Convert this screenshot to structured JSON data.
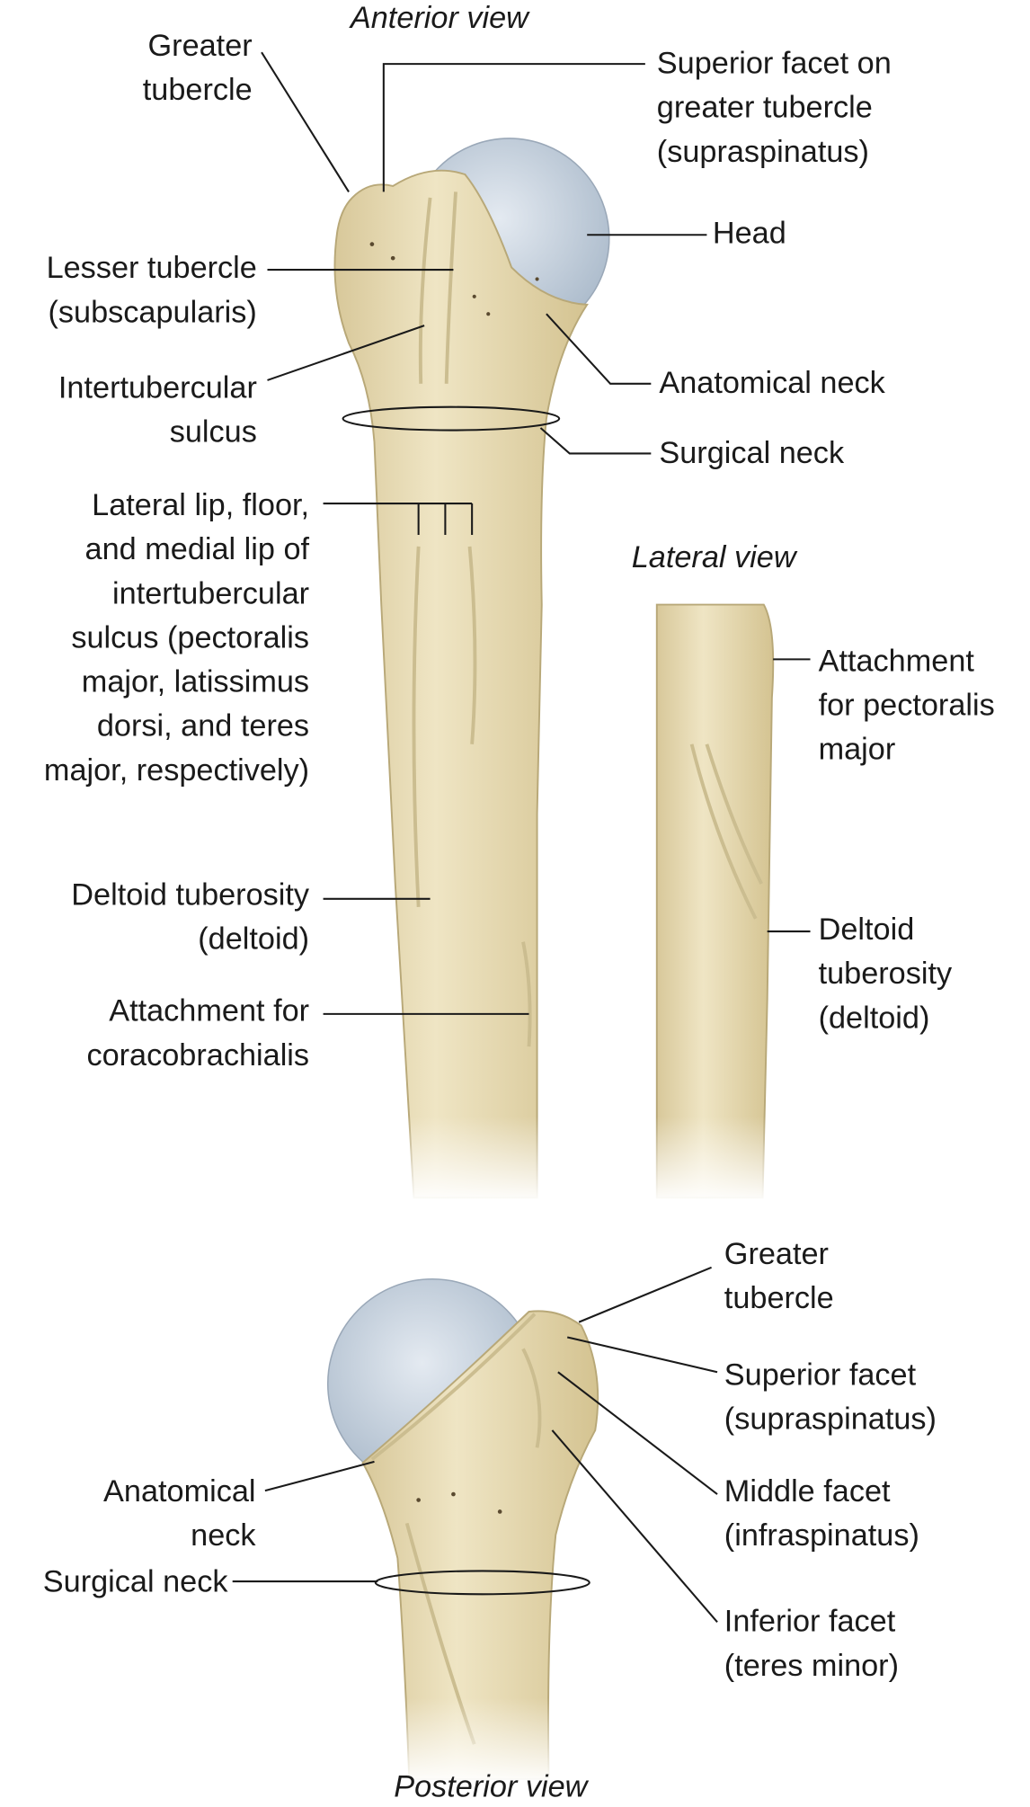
{
  "titles": {
    "anterior": "Anterior view",
    "lateral": "Lateral view",
    "posterior": "Posterior view"
  },
  "anterior": {
    "greater_tubercle": [
      "Greater",
      "tubercle"
    ],
    "superior_facet": [
      "Superior facet on",
      "greater tubercle",
      "(supraspinatus)"
    ],
    "head": [
      "Head"
    ],
    "lesser_tubercle": [
      "Lesser tubercle",
      "(subscapularis)"
    ],
    "intertubercular_sulcus": [
      "Intertubercular",
      "sulcus"
    ],
    "anatomical_neck": [
      "Anatomical neck"
    ],
    "surgical_neck": [
      "Surgical neck"
    ],
    "lips": [
      "Lateral lip, floor,",
      "and medial lip of",
      "intertubercular",
      "sulcus (pectoralis",
      "major, latissimus",
      "dorsi, and teres",
      "major, respectively)"
    ],
    "deltoid_tuberosity": [
      "Deltoid tuberosity",
      "(deltoid)"
    ],
    "coracobrachialis": [
      "Attachment for",
      "coracobrachialis"
    ]
  },
  "lateral": {
    "pectoralis": [
      "Attachment",
      "for pectoralis",
      "major"
    ],
    "deltoid_tuberosity": [
      "Deltoid",
      "tuberosity",
      "(deltoid)"
    ]
  },
  "posterior": {
    "greater_tubercle": [
      "Greater",
      "tubercle"
    ],
    "superior_facet": [
      "Superior facet",
      "(supraspinatus)"
    ],
    "middle_facet": [
      "Middle facet",
      "(infraspinatus)"
    ],
    "inferior_facet": [
      "Inferior facet",
      "(teres minor)"
    ],
    "anatomical_neck": [
      "Anatomical",
      "neck"
    ],
    "surgical_neck": [
      "Surgical neck"
    ]
  },
  "colors": {
    "bone": "#e9ddb6",
    "bone_shadow": "#c9b887",
    "cartilage": "#c8d4e0"
  }
}
